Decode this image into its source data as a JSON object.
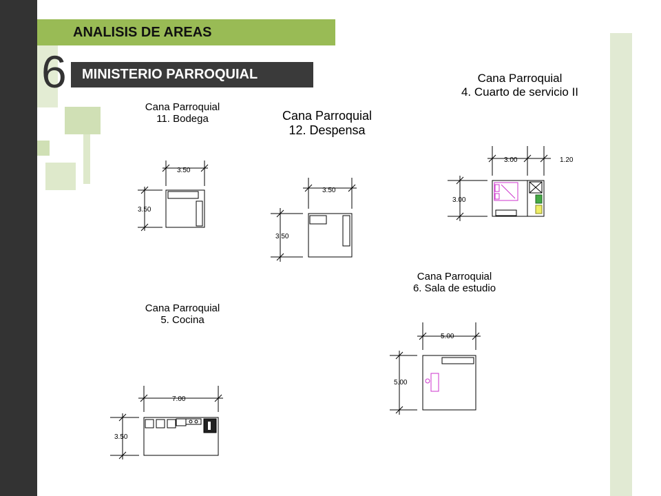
{
  "header": {
    "title": "ANALISIS DE AREAS",
    "section_number": "6",
    "subtitle": "MINISTERIO PARROQUIAL"
  },
  "colors": {
    "dark_sidebar": "#333333",
    "green_accent": "#99bb55",
    "light_green": "#e1ead3",
    "furniture_magenta": "#cc33cc",
    "furniture_green": "#44aa44",
    "furniture_yellow": "#eeee44"
  },
  "rooms": [
    {
      "project": "Cana Parroquial",
      "name": "11. Bodega",
      "width": "3.50",
      "depth": "3.50"
    },
    {
      "project": "Cana Parroquial",
      "name": "12. Despensa",
      "width": "3.50",
      "depth": "3.50"
    },
    {
      "project": "Cana Parroquial",
      "name": "4. Cuarto de servicio II",
      "width": "3.00",
      "width2": "1.20",
      "depth": "3.00"
    },
    {
      "project": "Cana Parroquial",
      "name": "5. Cocina",
      "width": "7.00",
      "depth": "3.50"
    },
    {
      "project": "Cana Parroquial",
      "name": "6. Sala de estudio",
      "width": "5.00",
      "depth": "5.00"
    }
  ]
}
